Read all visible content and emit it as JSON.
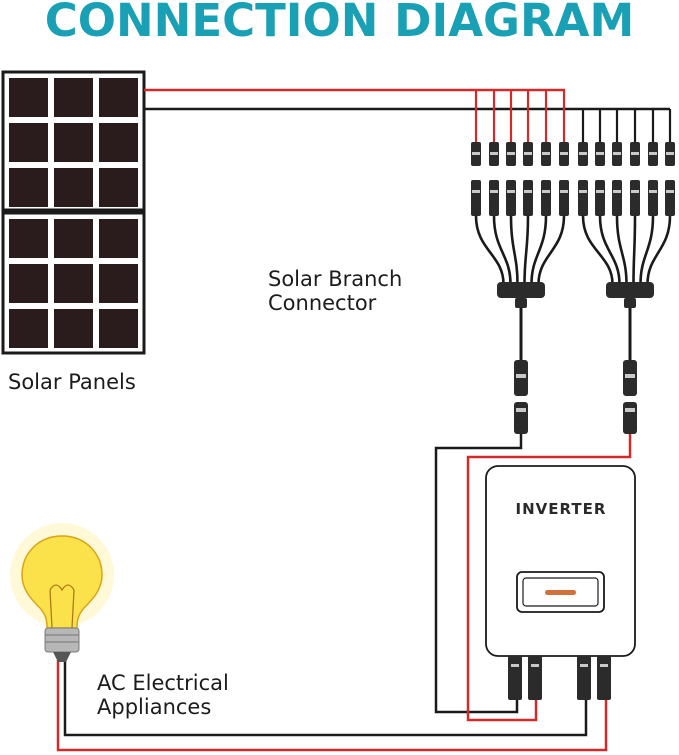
{
  "title": "CONNECTION DIAGRAM",
  "labels": {
    "branch_line1": "Solar Branch",
    "branch_line2": "Connector",
    "panels": "Solar Panels",
    "ac_line1": "AC Electrical",
    "ac_line2": "Appliances",
    "inverter": "INVERTER"
  },
  "colors": {
    "title": "#1aa0b5",
    "positive_wire": "#d22a2a",
    "negative_wire": "#1a1a1a",
    "panel_cell": "#2a1c1c",
    "inverter_button": "#d2703a",
    "bulb_glass": "#fbe24a"
  },
  "icons": [
    "solar-panel-icon",
    "branch-connector-icon",
    "inverter-icon",
    "light-bulb-icon",
    "mc4-connector-icon"
  ]
}
